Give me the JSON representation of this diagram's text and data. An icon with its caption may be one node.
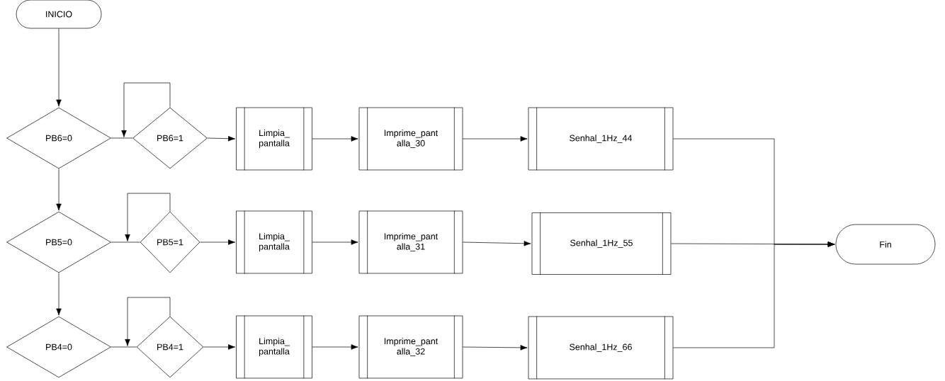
{
  "diagram": {
    "nodes": [
      {
        "text": [
          "INICIO"
        ]
      },
      {
        "text": [
          "PB6=0"
        ]
      },
      {
        "text": [
          "PB6=1"
        ]
      },
      {
        "text": [
          "Limpia_ pantalla"
        ]
      },
      {
        "text": [
          "Imprime_pant alla_30"
        ]
      },
      {
        "text": [
          "Senhal_1Hz_44"
        ]
      },
      {
        "text": [
          "PB5=0"
        ]
      },
      {
        "text": [
          "PB5=1"
        ]
      },
      {
        "text": [
          "Limpia_ pantalla"
        ]
      },
      {
        "text": [
          "Imprime_pant alla_31"
        ]
      },
      {
        "text": [
          "Senhal_1Hz_55"
        ]
      },
      {
        "text": [
          "PB4=0"
        ]
      },
      {
        "text": [
          "PB4=1"
        ]
      },
      {
        "text": [
          "Limpia_ pantalla"
        ]
      },
      {
        "text": [
          "Imprime_pant alla_32"
        ]
      },
      {
        "text": [
          "Senhal_1Hz_66"
        ]
      },
      {
        "text": [
          "Fin"
        ]
      }
    ],
    "edges": [
      {
        "from": 0,
        "to": 1,
        "arrow": "to"
      },
      {
        "from": 1,
        "to": 2,
        "arrow": "none"
      },
      {
        "from": 2,
        "to": 2,
        "arrow": "to"
      },
      {
        "from": 2,
        "to": 3,
        "arrow": "to"
      },
      {
        "from": 3,
        "to": 4,
        "arrow": "to"
      },
      {
        "from": 4,
        "to": 5,
        "arrow": "to"
      },
      {
        "from": 5,
        "to": 16,
        "arrow": "to"
      },
      {
        "from": 1,
        "to": 6,
        "arrow": "to"
      },
      {
        "from": 6,
        "to": 7,
        "arrow": "none"
      },
      {
        "from": 7,
        "to": 7,
        "arrow": "to"
      },
      {
        "from": 7,
        "to": 8,
        "arrow": "to"
      },
      {
        "from": 8,
        "to": 9,
        "arrow": "to"
      },
      {
        "from": 9,
        "to": 10,
        "arrow": "to"
      },
      {
        "from": 10,
        "to": 16,
        "arrow": "to"
      },
      {
        "from": 6,
        "to": 11,
        "arrow": "to"
      },
      {
        "from": 11,
        "to": 12,
        "arrow": "none"
      },
      {
        "from": 12,
        "to": 12,
        "arrow": "to"
      },
      {
        "from": 12,
        "to": 13,
        "arrow": "to"
      },
      {
        "from": 13,
        "to": 14,
        "arrow": "to"
      },
      {
        "from": 14,
        "to": 15,
        "arrow": "to"
      },
      {
        "from": 15,
        "to": 16,
        "arrow": "to"
      }
    ]
  }
}
